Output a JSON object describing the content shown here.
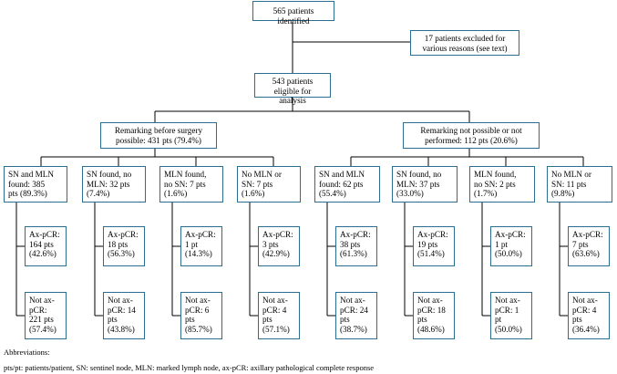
{
  "top": {
    "identified": "565 patients identified",
    "excluded": "17 patients excluded for\nvarious reasons (see text)",
    "eligible": "543 patients eligible for\nanalysis"
  },
  "groups": {
    "left": "Remarking before surgery\npossible: 431 pts (79.4%)",
    "right": "Remarking not possible or not\nperformed: 112 pts (20.6%)"
  },
  "subgroups": [
    {
      "label": "SN and MLN\nfound: 385\npts (89.3%)",
      "pcr": "Ax-pCR:\n164 pts\n(42.6%)",
      "not_pcr": "Not ax-\npCR:\n221 pts\n(57.4%)"
    },
    {
      "label": "SN found, no\nMLN: 32 pts\n(7.4%)",
      "pcr": "Ax-pCR:\n18 pts\n(56.3%)",
      "not_pcr": "Not ax-\npCR: 14\npts\n(43.8%)"
    },
    {
      "label": "MLN found,\nno SN: 7 pts\n(1.6%)",
      "pcr": "Ax-pCR:\n1 pt\n(14.3%)",
      "not_pcr": "Not ax-\npCR: 6\npts\n(85.7%)"
    },
    {
      "label": "No MLN or\nSN: 7 pts\n(1.6%)",
      "pcr": "Ax-pCR:\n3 pts\n(42.9%)",
      "not_pcr": "Not ax-\npCR: 4\npts\n(57.1%)"
    },
    {
      "label": "SN and MLN\nfound: 62 pts\n(55.4%)",
      "pcr": "Ax-pCR:\n38 pts\n(61.3%)",
      "not_pcr": "Not ax-\npCR: 24\npts\n(38.7%)"
    },
    {
      "label": "SN found, no\nMLN: 37 pts\n(33.0%)",
      "pcr": "Ax-pCR:\n19 pts\n(51.4%)",
      "not_pcr": "Not ax-\npCR: 18\npts\n(48.6%)"
    },
    {
      "label": "MLN found,\nno SN: 2 pts\n(1.7%)",
      "pcr": "Ax-pCR:\n1 pt\n(50.0%)",
      "not_pcr": "Not ax-\npCR: 1\npt\n(50.0%)"
    },
    {
      "label": "No MLN or\nSN: 11 pts\n(9.8%)",
      "pcr": "Ax-pCR:\n7 pts\n(63.6%)",
      "not_pcr": "Not ax-\npCR: 4\npts\n(36.4%)"
    }
  ],
  "footnotes": {
    "heading": "Abbreviations:",
    "text": "pts/pt: patients/patient, SN: sentinel node, MLN: marked lymph node, ax-pCR: axillary pathological complete response"
  }
}
